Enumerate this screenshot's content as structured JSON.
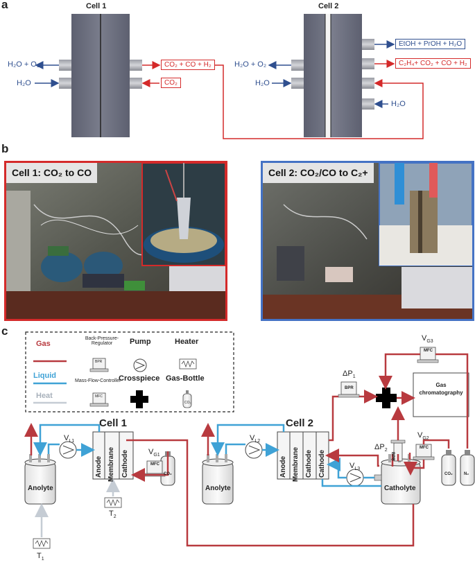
{
  "panel_labels": {
    "a": "a",
    "b": "b",
    "c": "c"
  },
  "section_a": {
    "cell1_title": "Cell 1",
    "cell2_title": "Cell 2",
    "cell1_left_out": "H₂O + O₂",
    "cell1_left_in": "H₂O",
    "cell1_out_box": "CO₂ + CO + H₂",
    "cell1_in_box": "CO₂",
    "cell2_left_out": "H₂O + O₂",
    "cell2_left_in": "H₂O",
    "cell2_liquid_box": "EtOH + PrOH + H₂O",
    "cell2_gas_box": "C₂H₄+ CO₂ + CO + H₂",
    "cell2_right_in": "H₂O"
  },
  "section_b": {
    "photo1_title": "Cell 1: CO₂ to CO",
    "photo2_title": "Cell 2: CO₂/CO to C₂+"
  },
  "legend": {
    "gas": "Gas",
    "liquid": "Liquid",
    "heat": "Heat",
    "bpr_name": "Back-Pressure-Regulator",
    "bpr_tag": "BPR",
    "mfc_name": "Mass-Flow-Controller",
    "mfc_tag": "MFC",
    "pump": "Pump",
    "crosspiece": "Crosspiece",
    "heater": "Heater",
    "gas_bottle": "Gas-Bottle",
    "bottle_tag": "CO₂"
  },
  "colors": {
    "gas": "#b83a3f",
    "liquid": "#3fa2d6",
    "heat": "#c5ccd4",
    "arrow_blue": "#2f4f8f",
    "arrow_red": "#d42a2a"
  },
  "section_c": {
    "cell1_title": "Cell 1",
    "cell2_title": "Cell 2",
    "anode": "Anode",
    "membrane": "Membrane",
    "cathode": "Cathode",
    "analyte1": "Anolyte",
    "analyte2": "Anolyte",
    "catholyte": "Catholyte",
    "vl1": "L1",
    "vl2": "L2",
    "vl3": "L3",
    "vg1": "G1",
    "vg2": "G2",
    "vg3": "G3",
    "v_symbol": "V",
    "t1": "T",
    "t1_sub": "1",
    "t2": "T",
    "t2_sub": "2",
    "dp1": "ΔP",
    "dp1_sub": "1",
    "dp2": "ΔP",
    "dp2_sub": "2",
    "bpr": "BPR",
    "mfc": "MFC",
    "gc_line1": "Gas",
    "gc_line2": "chromatography",
    "co2": "CO₂",
    "n2": "N₂"
  }
}
